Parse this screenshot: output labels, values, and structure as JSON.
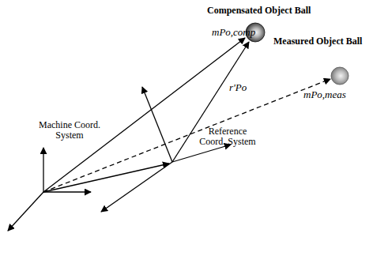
{
  "diagram": {
    "labels": [
      "Compensated Object Ball",
      "mPo,comp",
      "Measured Object Ball",
      "mPo,meas",
      "r'Po",
      "Machine Coord. System",
      "Reference Coord. System"
    ]
  }
}
